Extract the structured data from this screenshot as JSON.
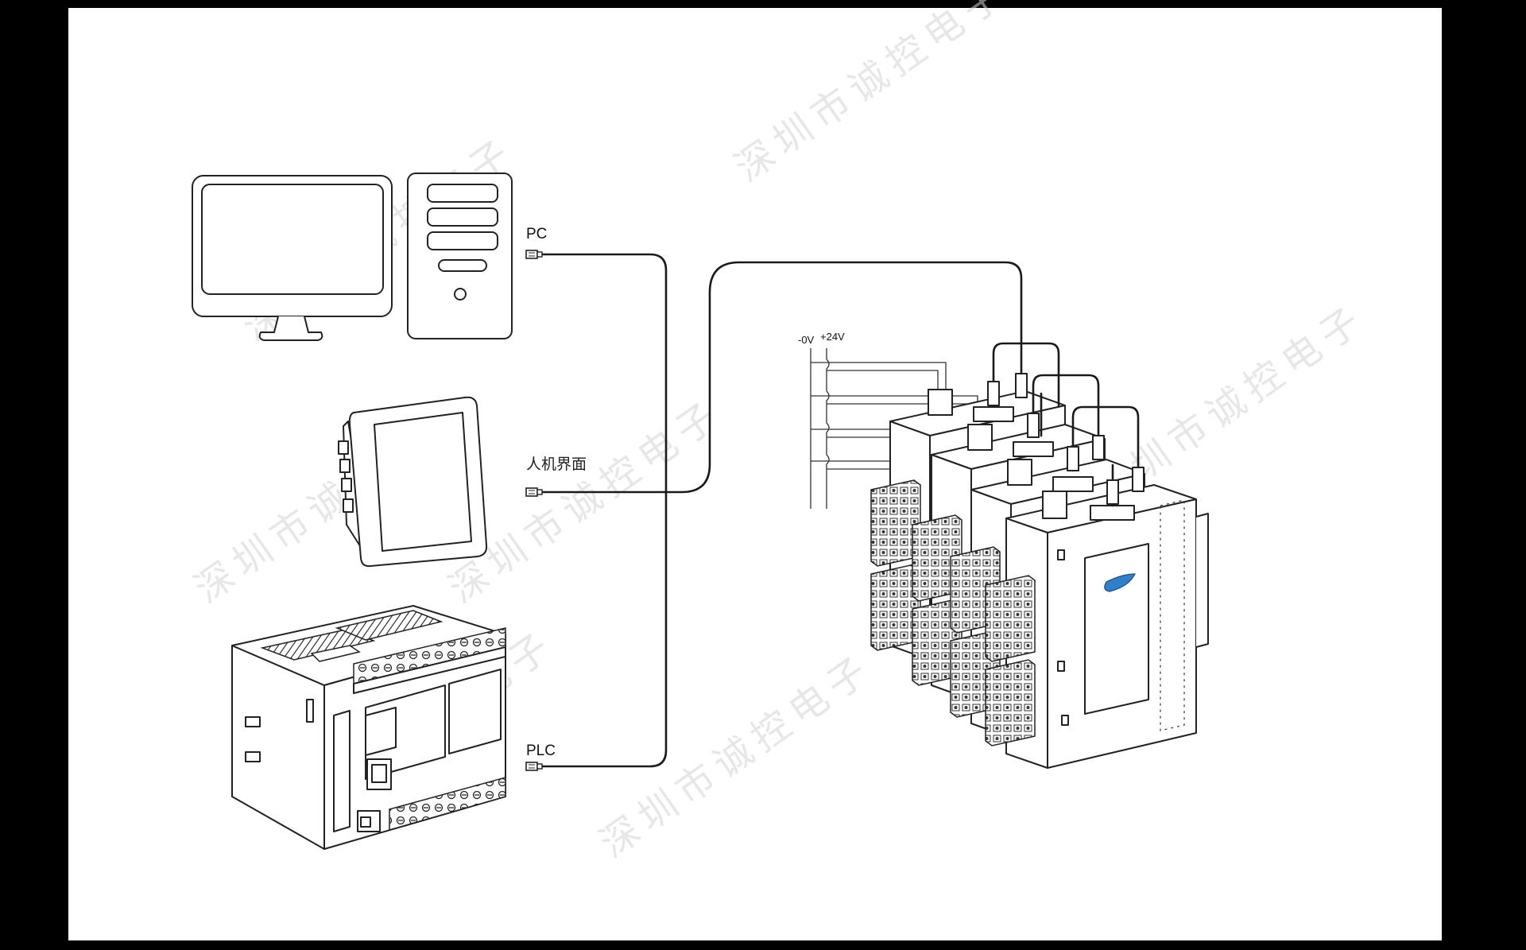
{
  "labels": {
    "pc": "PC",
    "hmi": "人机界面",
    "plc": "PLC",
    "neg_voltage": "-0V",
    "pos_voltage": "+24V"
  },
  "watermark": "深圳市诚控电子",
  "colors": {
    "background_frame": "#000000",
    "paper": "#ffffff",
    "line_art": "#222222",
    "watermark": "#d4d4d4",
    "logo_blue": "#2f7fc9"
  },
  "icons": [
    "monitor-icon",
    "pc-tower-icon",
    "hmi-panel-icon",
    "plc-unit-icon",
    "io-module-stack-icon",
    "rj45-connector-icon"
  ]
}
